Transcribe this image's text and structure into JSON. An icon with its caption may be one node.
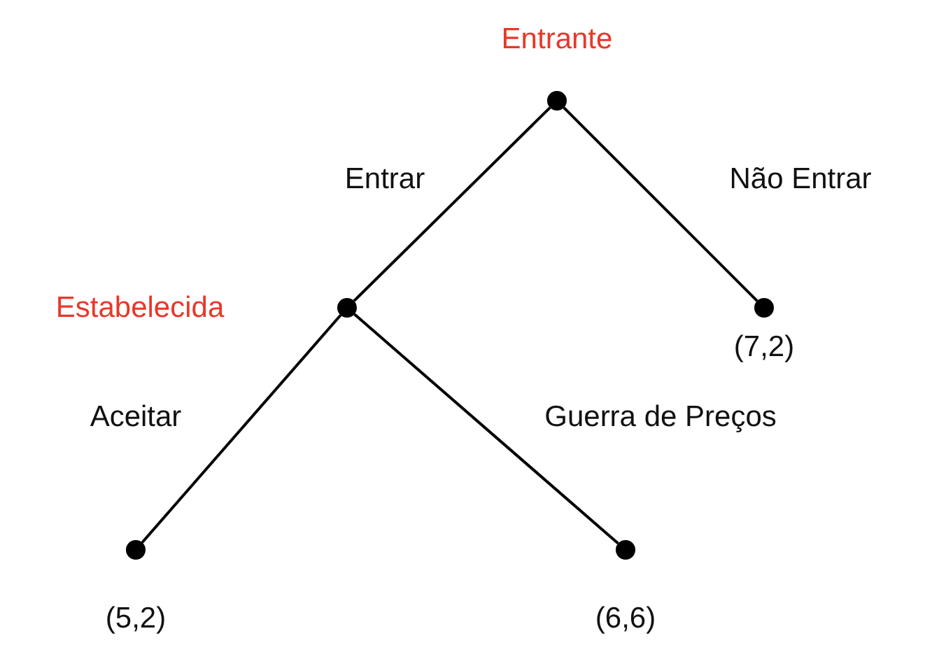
{
  "diagram": {
    "nodes": [
      {
        "text": [],
        "shape": "circle",
        "beside": [
          "Entrante"
        ]
      },
      {
        "text": [],
        "shape": "circle",
        "beside": [
          "Estabelecida"
        ]
      },
      {
        "text": [],
        "shape": "circle",
        "beside": [
          "(7,2)"
        ]
      },
      {
        "text": [],
        "shape": "circle",
        "beside": [
          "(5,2)"
        ]
      },
      {
        "text": [],
        "shape": "circle",
        "beside": [
          "(6,6)"
        ]
      }
    ],
    "edges": [
      {
        "from": 0,
        "to": 1,
        "arrow": "none",
        "label": "Entrar"
      },
      {
        "from": 0,
        "to": 2,
        "arrow": "none",
        "label": "Não Entrar"
      },
      {
        "from": 1,
        "to": 3,
        "arrow": "none",
        "label": "Aceitar"
      },
      {
        "from": 1,
        "to": 4,
        "arrow": "none",
        "label": "Guerra de Preços"
      }
    ]
  }
}
